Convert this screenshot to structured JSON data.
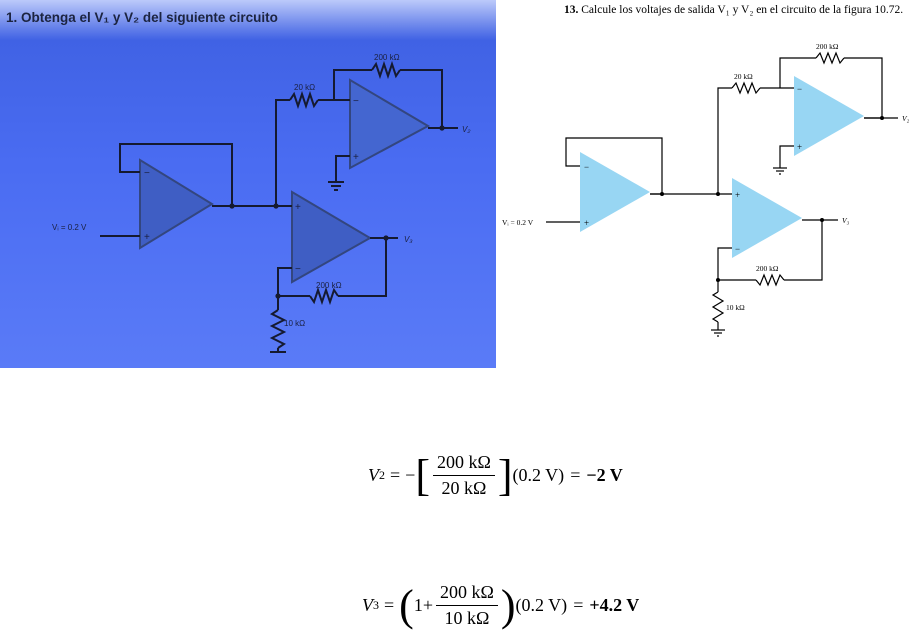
{
  "left_panel": {
    "title": "1.  Obtenga el V₁ y V₂ del siguiente circuito",
    "labels": {
      "r_feedback_top": "200 kΩ",
      "r_input_top": "20 kΩ",
      "v_input": "Vᵢ = 0.2 V",
      "v2": "V₂",
      "v3": "V₃",
      "r_feedback_bottom": "200 kΩ",
      "r_ground": "10 kΩ",
      "minus": "−",
      "plus": "+"
    }
  },
  "right_panel": {
    "title_number": "13.",
    "title_text": "Calcule los voltajes de salida V₁ y V₂ en el circuito de la figura 10.72.",
    "labels": {
      "r_feedback_top": "200 kΩ",
      "r_input_top": "20 kΩ",
      "v_input": "Vᵢ = 0.2 V",
      "v2": "V₂",
      "v3": "V₃",
      "r_feedback_bottom": "200 kΩ",
      "r_ground": "10 kΩ",
      "minus": "−",
      "plus": "+"
    },
    "colors": {
      "opamp_fill": "#98d6f3"
    }
  },
  "equations": {
    "v2": {
      "lhs": "V",
      "lhs_sub": "2",
      "eq": "=",
      "sign": "−",
      "lbracket": "[",
      "num": "200 kΩ",
      "den": "20 kΩ",
      "rbracket": "]",
      "factor": "(0.2 V)",
      "eq2": "=",
      "result": "−2 V"
    },
    "v3": {
      "lhs": "V",
      "lhs_sub": "3",
      "eq": "=",
      "lparen": "(",
      "one_plus": "1+",
      "num": "200 kΩ",
      "den": "10 kΩ",
      "rparen": ")",
      "factor": "(0.2 V)",
      "eq2": "=",
      "result": "+4.2 V"
    }
  }
}
